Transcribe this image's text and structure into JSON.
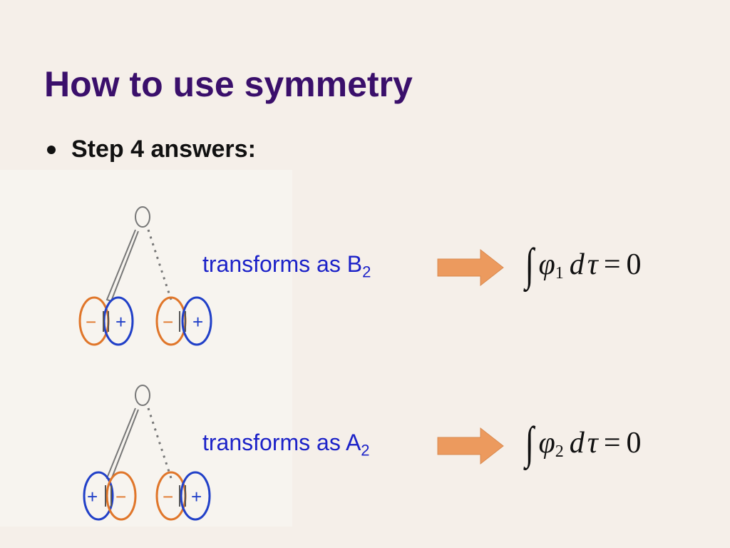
{
  "slide": {
    "title": "How to use symmetry",
    "bullet": "Step 4 answers:"
  },
  "rows": [
    {
      "label_main": "transforms as B",
      "label_sub": "2",
      "equation": {
        "integral": "∫",
        "phi": "φ",
        "phi_sub": "1",
        "d": "d",
        "tau": "τ",
        "equals": "=",
        "rhs": "0"
      },
      "sketch": {
        "left_pair": [
          "−",
          "+"
        ],
        "right_pair": [
          "−",
          "+"
        ]
      }
    },
    {
      "label_main": "transforms as A",
      "label_sub": "2",
      "equation": {
        "integral": "∫",
        "phi": "φ",
        "phi_sub": "2",
        "d": "d",
        "tau": "τ",
        "equals": "=",
        "rhs": "0"
      },
      "sketch": {
        "left_pair": [
          "+",
          "−"
        ],
        "right_pair": [
          "−",
          "+"
        ]
      }
    }
  ],
  "colors": {
    "title": "#3a0f6b",
    "label": "#1c22c8",
    "arrow": "#ec9a5e",
    "orbital_orange": "#e0762a",
    "orbital_blue": "#2140c8",
    "sketch_line": "#777777"
  }
}
